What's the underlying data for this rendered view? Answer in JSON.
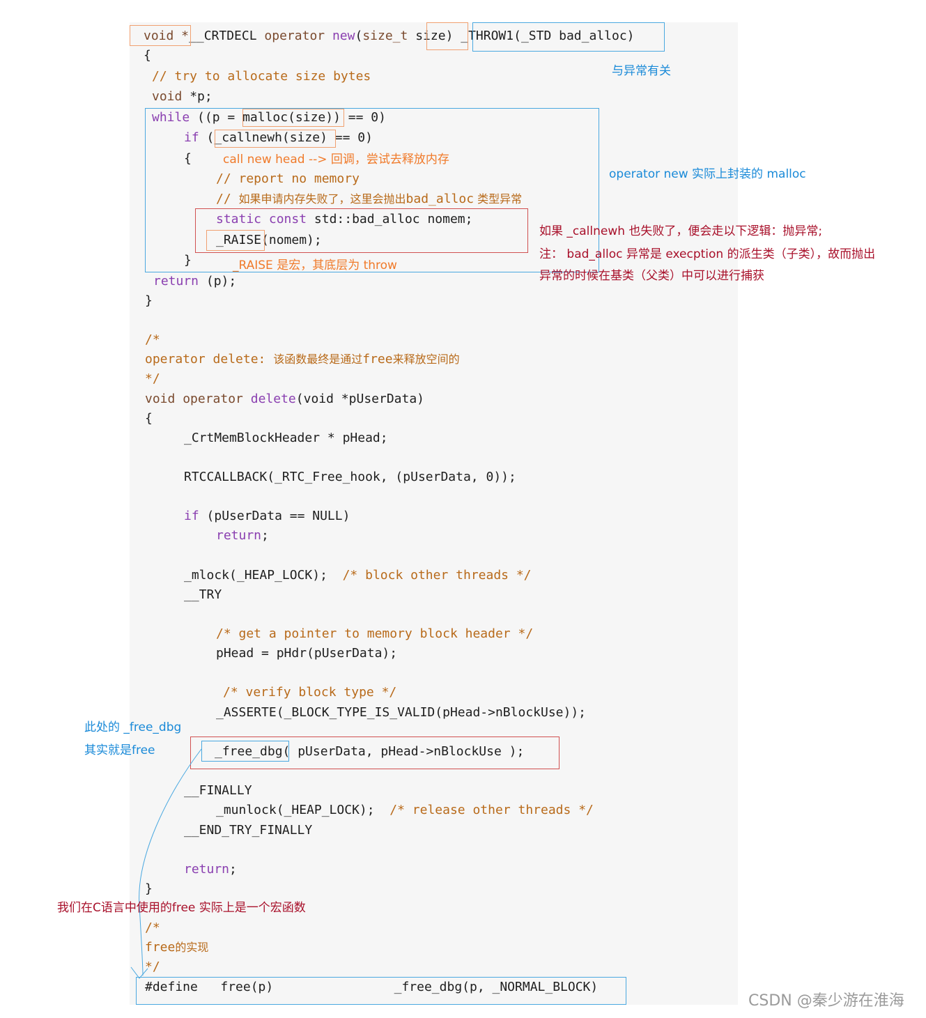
{
  "code": {
    "new_signature": {
      "ret": "void *",
      "macro": "__CRTDECL",
      "op": "operator",
      "fn": "new",
      "paren": "(",
      "type": "size_t",
      "param": "size",
      "close": ")",
      "throw": "_THROW1(_STD bad_alloc)"
    },
    "brace_open": "{",
    "brace_close": "}",
    "c_try": "// try to allocate size bytes",
    "void_kw": "void",
    "void_p": "*p;",
    "while_kw": "while",
    "while_rest_a": "((p =",
    "while_malloc": "malloc(size)",
    "while_rest_b": ") == 0)",
    "if_kw": "if",
    "if_rest_a": "(",
    "if_callnewh": "_callnewh(size)",
    "if_rest_b": " == 0)",
    "c_report": "// report no memory",
    "c_cn_prefix": "// ",
    "c_cn_text": "如果申请内存失败了，这里会抛出",
    "c_cn_badalloc": "bad_alloc",
    "c_cn_suffix": " 类型异常",
    "static_kw": "static",
    "const_kw": "const",
    "static_rest": "std::bad_alloc nomem;",
    "raise_macro": "_RAISE",
    "raise_rest": "(nomem);",
    "return_kw": "return",
    "return_rest": "(p);",
    "cm_open": "/*",
    "cm_close": "*/",
    "delete_head_a": "operator delete: ",
    "delete_head_cn_a": "该函数最终是通过",
    "delete_head_free": "free",
    "delete_head_cn_b": "来释放空间的",
    "delete_sig_void": "void",
    "delete_sig_op": "operator",
    "delete_sig_fn": "delete",
    "delete_sig_rest": "(void *pUserData)",
    "crt_header": "_CrtMemBlockHeader * pHead;",
    "rtc": "RTCCALLBACK(_RTC_Free_hook, (pUserData, 0));",
    "if_null_kw": "if",
    "if_null_rest": "(pUserData == NULL)",
    "return_semicolon_kw": "return",
    "semicolon": ";",
    "mlock": "_mlock(_HEAP_LOCK);",
    "c_block": "/* block other threads */",
    "try": "__TRY",
    "c_get_ptr": "/* get a pointer to memory block header */",
    "phead_assign": "pHead = pHdr(pUserData);",
    "c_verify": "/* verify block type */",
    "asserte": "_ASSERTE(_BLOCK_TYPE_IS_VALID(pHead->nBlockUse));",
    "free_dbg_fn": "_free_dbg(",
    "free_dbg_rest": " pUserData, pHead->nBlockUse );",
    "finally": "__FINALLY",
    "munlock": "_munlock(_HEAP_LOCK);",
    "c_release": "/* release other threads */",
    "end_try": "__END_TRY_FINALLY",
    "free_impl_a": "free",
    "free_impl_b": "的实现",
    "define_kw": "#define",
    "define_name": "free(p)",
    "define_value": "_free_dbg(p, _NORMAL_BLOCK)"
  },
  "annotations": {
    "exception_related": "与异常有关",
    "callnew_head": "call new head --> 回调，尝试去释放内存",
    "wraps_malloc": "operator new 实际上封装的 malloc",
    "callnewh_fail_1": "如果 _callnewh 也失败了，便会走以下逻辑：抛异常;",
    "callnewh_fail_2": "注： bad_alloc 异常是 execption 的派生类（子类），故而抛出",
    "callnewh_fail_3": "异常的时候在基类（父类）中可以进行捕获",
    "raise_is_macro": "_RAISE 是宏，其底层为 throw",
    "free_dbg_here_1": "此处的 _free_dbg",
    "free_dbg_here_2": "其实就是free",
    "c_free_macro": "我们在C语言中使用的free 实际上是一个宏函数",
    "watermark": "CSDN @秦少游在淮海"
  },
  "colors": {
    "keyword": "#7a4a2e",
    "keyword_purple": "#8a3fb0",
    "comment": "#b86a1a",
    "box_blue": "#4aa8e0",
    "box_orange": "#f0a070",
    "box_red": "#d05050",
    "note_blue": "#1a8ad8",
    "note_orange": "#f07a2a",
    "note_darkred": "#a8102a"
  }
}
